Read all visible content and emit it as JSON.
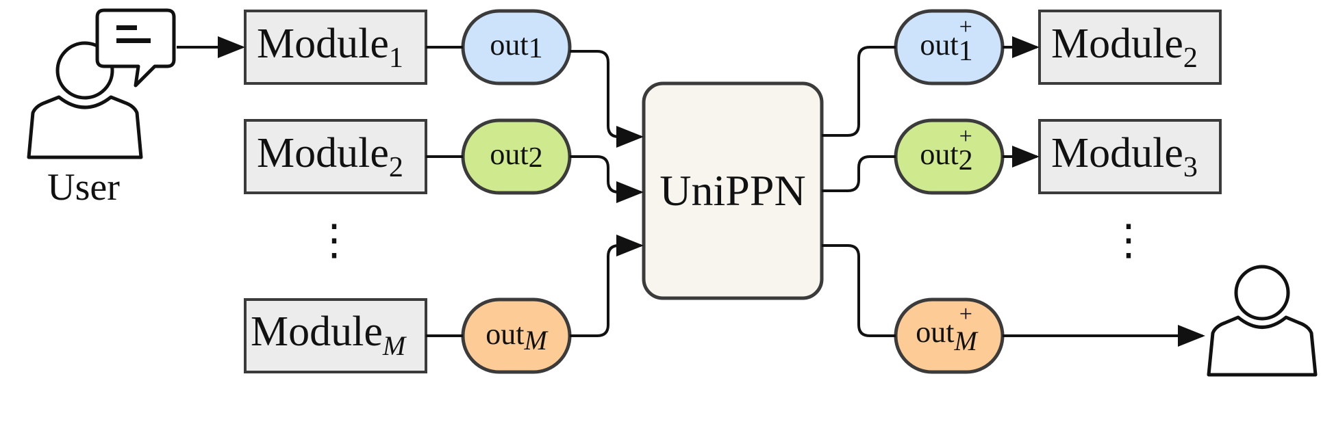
{
  "colors": {
    "module_fill": "#ececec",
    "box_stroke": "#3b3b3b",
    "center_fill": "#f7f5ee",
    "pill_blue": "#cde3fb",
    "pill_green": "#cfe98e",
    "pill_orange": "#fdcb96",
    "wire": "#111111"
  },
  "user": {
    "label": "User",
    "icon": "user-with-speech-bubble-icon"
  },
  "output_user": {
    "icon": "user-icon"
  },
  "center": {
    "label": "UniPPN"
  },
  "ellipsis": "⋮",
  "left_rows": [
    {
      "module": {
        "base": "Module",
        "sub": "1"
      },
      "out": {
        "base": "out",
        "sub": "1"
      },
      "color": "blue"
    },
    {
      "module": {
        "base": "Module",
        "sub": "2"
      },
      "out": {
        "base": "out",
        "sub": "2"
      },
      "color": "green"
    },
    {
      "module": {
        "base": "Module",
        "sub": "M"
      },
      "out": {
        "base": "out",
        "sub": "M"
      },
      "color": "orange"
    }
  ],
  "right_rows": [
    {
      "out": {
        "base": "out",
        "sub": "1",
        "sup": "+"
      },
      "module": {
        "base": "Module",
        "sub": "2"
      },
      "color": "blue"
    },
    {
      "out": {
        "base": "out",
        "sub": "2",
        "sup": "+"
      },
      "module": {
        "base": "Module",
        "sub": "3"
      },
      "color": "green"
    },
    {
      "out": {
        "base": "out",
        "sub": "M",
        "sup": "+"
      },
      "module": null,
      "color": "orange"
    }
  ]
}
